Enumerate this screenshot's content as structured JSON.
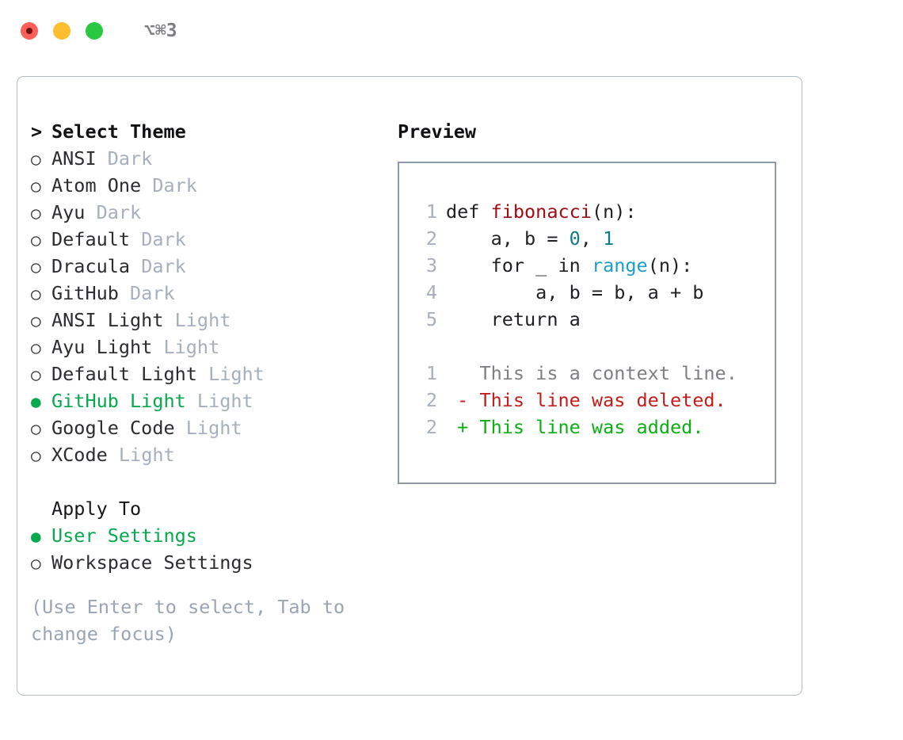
{
  "titlebar": {
    "shortcut": "⌥⌘3",
    "dots": [
      "close-red",
      "minimize-yellow",
      "zoom-green"
    ]
  },
  "left": {
    "header": {
      "caret": ">",
      "label": "Select Theme"
    },
    "radio_unselected": "○",
    "radio_selected": "●",
    "themes": [
      {
        "name": "ANSI",
        "badge": "Dark",
        "selected": false
      },
      {
        "name": "Atom One",
        "badge": "Dark",
        "selected": false
      },
      {
        "name": "Ayu",
        "badge": "Dark",
        "selected": false
      },
      {
        "name": "Default",
        "badge": "Dark",
        "selected": false
      },
      {
        "name": "Dracula",
        "badge": "Dark",
        "selected": false
      },
      {
        "name": "GitHub",
        "badge": "Dark",
        "selected": false
      },
      {
        "name": "ANSI Light",
        "badge": "Light",
        "selected": false
      },
      {
        "name": "Ayu Light",
        "badge": "Light",
        "selected": false
      },
      {
        "name": "Default Light",
        "badge": "Light",
        "selected": false
      },
      {
        "name": "GitHub Light",
        "badge": "Light",
        "selected": true
      },
      {
        "name": "Google Code",
        "badge": "Light",
        "selected": false
      },
      {
        "name": "XCode",
        "badge": "Light",
        "selected": false
      }
    ],
    "apply_to": {
      "label": "Apply To",
      "options": [
        {
          "name": "User Settings",
          "selected": true
        },
        {
          "name": "Workspace Settings",
          "selected": false
        }
      ]
    },
    "hint": "(Use Enter to select, Tab to change focus)"
  },
  "right": {
    "title": "Preview",
    "code": [
      {
        "num": "1",
        "tokens": [
          {
            "t": "def ",
            "c": "tok-def"
          },
          {
            "t": "fibonacci",
            "c": "tok-fn"
          },
          {
            "t": "(n):",
            "c": "ctext"
          }
        ]
      },
      {
        "num": "2",
        "tokens": [
          {
            "t": "    a, b = ",
            "c": "ctext"
          },
          {
            "t": "0",
            "c": "tok-num"
          },
          {
            "t": ", ",
            "c": "ctext"
          },
          {
            "t": "1",
            "c": "tok-num"
          }
        ]
      },
      {
        "num": "3",
        "tokens": [
          {
            "t": "    for _ in ",
            "c": "ctext"
          },
          {
            "t": "range",
            "c": "tok-builtin"
          },
          {
            "t": "(n):",
            "c": "ctext"
          }
        ]
      },
      {
        "num": "4",
        "tokens": [
          {
            "t": "        a, b = b, a + b",
            "c": "ctext"
          }
        ]
      },
      {
        "num": "5",
        "tokens": [
          {
            "t": "    return a",
            "c": "ctext"
          }
        ]
      }
    ],
    "diff": [
      {
        "num": "1",
        "text": "   This is a context line.",
        "cls": "diff-ctx"
      },
      {
        "num": "2",
        "text": " - This line was deleted.",
        "cls": "diff-del"
      },
      {
        "num": "2",
        "text": " + This line was added.",
        "cls": "diff-add"
      }
    ]
  },
  "colors": {
    "accent_green": "#06a94d",
    "diff_add": "#09b010",
    "diff_del": "#c61b18",
    "fn_red": "#9e0b10",
    "builtin_blue": "#1a9ed0",
    "number_teal": "#0b7c84",
    "muted": "#a5afbd",
    "border": "#8e98a8"
  }
}
